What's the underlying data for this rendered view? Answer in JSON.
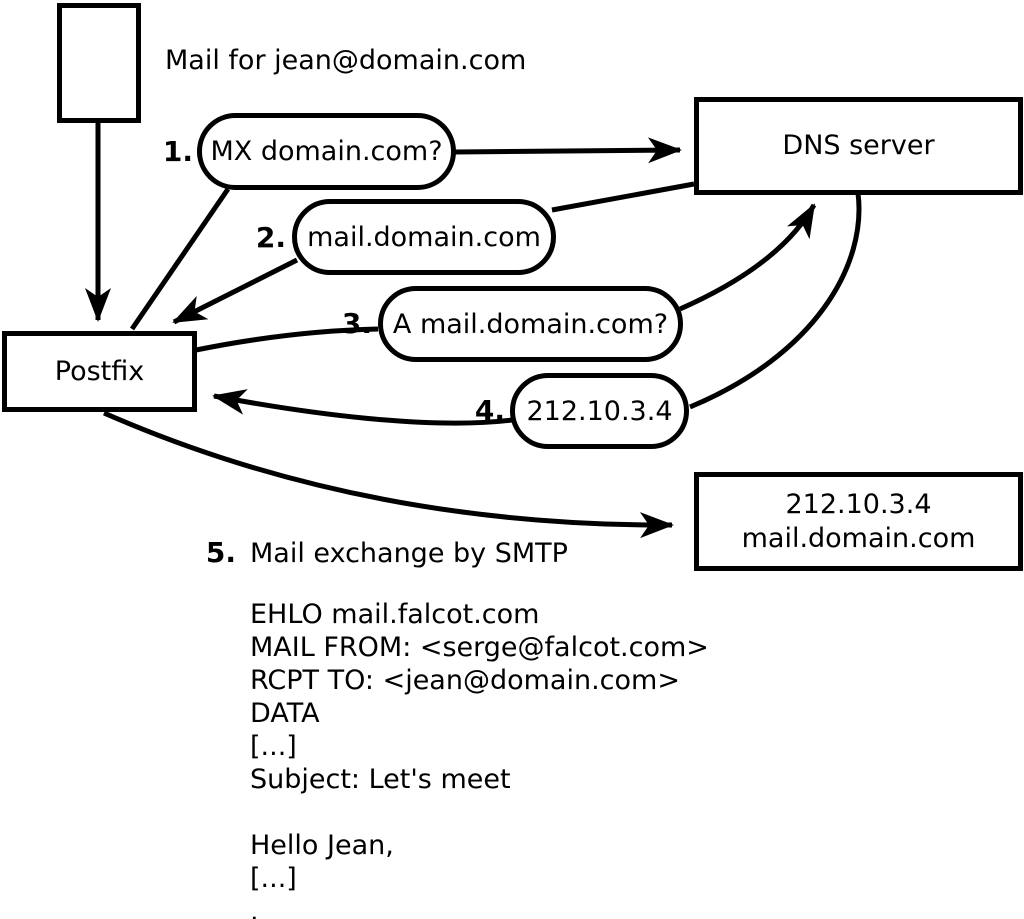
{
  "title": "Mail for jean@domain.com",
  "nodes": {
    "postfix": "Postfix",
    "dns": "DNS server",
    "target_line1": "212.10.3.4",
    "target_line2": "mail.domain.com"
  },
  "steps": [
    {
      "num": "1.",
      "text": "MX domain.com?"
    },
    {
      "num": "2.",
      "text": "mail.domain.com"
    },
    {
      "num": "3.",
      "text": "A mail.domain.com?"
    },
    {
      "num": "4.",
      "text": "212.10.3.4"
    },
    {
      "num": "5.",
      "text": "Mail exchange by SMTP"
    }
  ],
  "smtp_session": "EHLO mail.falcot.com\nMAIL FROM: <serge@falcot.com>\nRCPT TO: <jean@domain.com>\nDATA\n[...]\nSubject: Let's meet\n\nHello Jean,\n[...]\n.",
  "colors": {
    "ink": "#000000",
    "paper": "#ffffff"
  }
}
